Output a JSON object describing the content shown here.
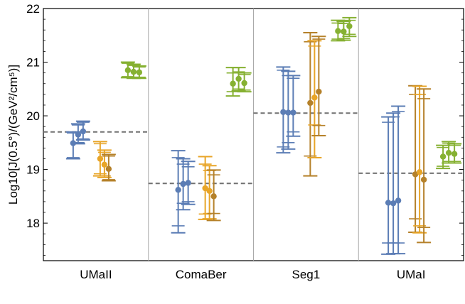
{
  "chart_data": {
    "type": "errorbar",
    "ylabel": "Log10[J(0.5°)/(GeV²/cm⁵)]",
    "ylim": [
      17.3,
      22.0
    ],
    "yticks": [
      "18",
      "19",
      "20",
      "21",
      "22"
    ],
    "categories": [
      "UMaII",
      "ComaBer",
      "Seg1",
      "UMaI"
    ],
    "grid": false,
    "colors": {
      "blue": "#5b7db5",
      "orange": "#e8a528",
      "brown": "#b5812a",
      "green": "#86b132",
      "reference_line": "#707070",
      "divider": "#aaaaaa"
    },
    "groups": [
      {
        "category": "UMaII",
        "reference_value": 19.7,
        "points": [
          {
            "color": "blue",
            "y": 19.49,
            "lo": 19.2,
            "hi": 19.7,
            "lo2": 19.22,
            "hi2": 19.68
          },
          {
            "color": "blue",
            "y": 19.65,
            "lo": 19.48,
            "hi": 19.85,
            "lo2": 19.5,
            "hi2": 19.83
          },
          {
            "color": "blue",
            "y": 19.71,
            "lo": 19.55,
            "hi": 19.9,
            "lo2": 19.57,
            "hi2": 19.88
          },
          {
            "color": "orange",
            "y": 19.2,
            "lo": 18.88,
            "hi": 19.52,
            "lo2": 18.92,
            "hi2": 19.48
          },
          {
            "color": "orange",
            "y": 19.09,
            "lo": 18.85,
            "hi": 19.36,
            "lo2": 18.88,
            "hi2": 19.32
          },
          {
            "color": "brown",
            "y": 19.01,
            "lo": 18.79,
            "hi": 19.28,
            "lo2": 18.81,
            "hi2": 19.25
          },
          {
            "color": "green",
            "y": 20.85,
            "lo": 20.71,
            "hi": 21.0,
            "lo2": 20.73,
            "hi2": 20.98
          },
          {
            "color": "green",
            "y": 20.82,
            "lo": 20.7,
            "hi": 20.96,
            "lo2": 20.72,
            "hi2": 20.94
          },
          {
            "color": "green",
            "y": 20.81,
            "lo": 20.7,
            "hi": 20.93,
            "lo2": 20.72,
            "hi2": 20.91
          }
        ]
      },
      {
        "category": "ComaBer",
        "reference_value": 18.74,
        "points": [
          {
            "color": "blue",
            "y": 18.62,
            "lo": 17.82,
            "hi": 19.35,
            "lo2": 17.95,
            "hi2": 19.22
          },
          {
            "color": "blue",
            "y": 18.73,
            "lo": 18.25,
            "hi": 19.2,
            "lo2": 18.37,
            "hi2": 19.1
          },
          {
            "color": "blue",
            "y": 18.75,
            "lo": 18.35,
            "hi": 19.15,
            "lo2": 18.4,
            "hi2": 19.05
          },
          {
            "color": "orange",
            "y": 18.65,
            "lo": 18.07,
            "hi": 19.24,
            "lo2": 18.17,
            "hi2": 19.1
          },
          {
            "color": "orange",
            "y": 18.6,
            "lo": 18.08,
            "hi": 19.07,
            "lo2": 18.18,
            "hi2": 18.98
          },
          {
            "color": "brown",
            "y": 18.5,
            "lo": 18.05,
            "hi": 18.99,
            "lo2": 18.18,
            "hi2": 18.9
          },
          {
            "color": "green",
            "y": 20.6,
            "lo": 20.37,
            "hi": 20.9,
            "lo2": 20.45,
            "hi2": 20.8
          },
          {
            "color": "green",
            "y": 20.69,
            "lo": 20.47,
            "hi": 20.9,
            "lo2": 20.5,
            "hi2": 20.82
          },
          {
            "color": "green",
            "y": 20.61,
            "lo": 20.45,
            "hi": 20.8,
            "lo2": 20.48,
            "hi2": 20.77
          }
        ]
      },
      {
        "category": "Seg1",
        "reference_value": 20.05,
        "points": [
          {
            "color": "blue",
            "y": 20.07,
            "lo": 19.31,
            "hi": 20.91,
            "lo2": 19.42,
            "hi2": 20.85
          },
          {
            "color": "blue",
            "y": 20.06,
            "lo": 19.38,
            "hi": 20.83,
            "lo2": 19.5,
            "hi2": 20.75
          },
          {
            "color": "blue",
            "y": 20.06,
            "lo": 19.62,
            "hi": 20.75,
            "lo2": 19.7,
            "hi2": 20.7
          },
          {
            "color": "brown",
            "y": 20.24,
            "lo": 18.88,
            "hi": 21.55,
            "lo2": 19.25,
            "hi2": 21.38
          },
          {
            "color": "orange",
            "y": 20.34,
            "lo": 19.22,
            "hi": 21.4,
            "lo2": 19.83,
            "hi2": 21.3
          },
          {
            "color": "brown",
            "y": 20.45,
            "lo": 19.63,
            "hi": 21.48,
            "lo2": 19.82,
            "hi2": 21.43
          },
          {
            "color": "green",
            "y": 21.58,
            "lo": 21.4,
            "hi": 21.78,
            "lo2": 21.43,
            "hi2": 21.73
          },
          {
            "color": "green",
            "y": 21.57,
            "lo": 21.41,
            "hi": 21.76,
            "lo2": 21.44,
            "hi2": 21.72
          },
          {
            "color": "green",
            "y": 21.67,
            "lo": 21.48,
            "hi": 21.83,
            "lo2": 21.52,
            "hi2": 21.78
          }
        ]
      },
      {
        "category": "UMaI",
        "reference_value": 18.93,
        "points": [
          {
            "color": "blue",
            "y": 18.38,
            "lo": 17.42,
            "hi": 19.98,
            "lo2": 17.63,
            "hi2": 19.88
          },
          {
            "color": "blue",
            "y": 18.37,
            "lo": 17.43,
            "hi": 20.05,
            "lo2": 17.63,
            "hi2": 19.98
          },
          {
            "color": "blue",
            "y": 18.42,
            "lo": 17.43,
            "hi": 20.18,
            "lo2": 17.63,
            "hi2": 20.08
          },
          {
            "color": "brown",
            "y": 18.91,
            "lo": 17.83,
            "hi": 20.56,
            "lo2": 18.08,
            "hi2": 20.4
          },
          {
            "color": "orange",
            "y": 18.95,
            "lo": 17.82,
            "hi": 20.55,
            "lo2": 17.95,
            "hi2": 20.4
          },
          {
            "color": "brown",
            "y": 18.81,
            "lo": 17.64,
            "hi": 20.5,
            "lo2": 17.92,
            "hi2": 20.32
          },
          {
            "color": "green",
            "y": 19.24,
            "lo": 19.02,
            "hi": 19.45,
            "lo2": 19.06,
            "hi2": 19.41
          },
          {
            "color": "green",
            "y": 19.31,
            "lo": 19.12,
            "hi": 19.52,
            "lo2": 19.15,
            "hi2": 19.49
          },
          {
            "color": "green",
            "y": 19.29,
            "lo": 19.12,
            "hi": 19.48,
            "lo2": 19.15,
            "hi2": 19.45
          }
        ]
      }
    ]
  }
}
